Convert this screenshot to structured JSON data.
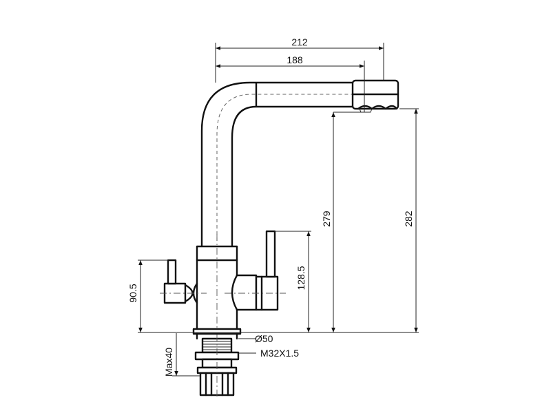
{
  "dimensions": {
    "total_reach": "212",
    "spout_reach": "188",
    "spout_height_max": "279",
    "overall_height": "282",
    "handle_height": "128.5",
    "side_lever_height": "90.5",
    "base_diameter": "Ø50",
    "thread": "M32X1.5",
    "max_counter_thickness": "Max40"
  },
  "colors": {
    "line": "#111111",
    "background": "#ffffff"
  }
}
